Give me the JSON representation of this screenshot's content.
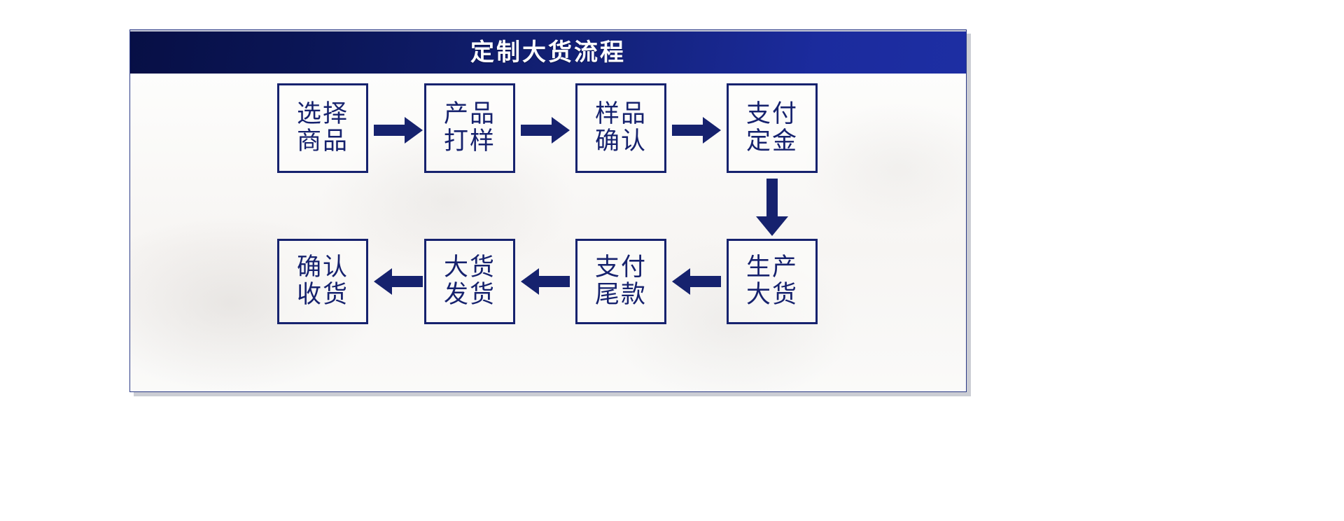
{
  "page": {
    "background_color": "#ffffff",
    "card_background": "#fbfaf8",
    "accent_navy": "#16226e",
    "title_gradient_from": "#070f45",
    "title_gradient_to": "#1d2ea3"
  },
  "header": {
    "title": "定制大货流程"
  },
  "diagram": {
    "type": "flowchart",
    "direction": "serpentine",
    "row1": [
      {
        "id": "step-1",
        "label_line1": "选择",
        "label_line2": "商品",
        "label": "选择商品"
      },
      {
        "id": "step-2",
        "label_line1": "产品",
        "label_line2": "打样",
        "label": "产品打样"
      },
      {
        "id": "step-3",
        "label_line1": "样品",
        "label_line2": "确认",
        "label": "样品确认"
      },
      {
        "id": "step-4",
        "label_line1": "支付",
        "label_line2": "定金",
        "label": "支付定金"
      }
    ],
    "row2": [
      {
        "id": "step-8",
        "label_line1": "确认",
        "label_line2": "收货",
        "label": "确认收货"
      },
      {
        "id": "step-7",
        "label_line1": "大货",
        "label_line2": "发货",
        "label": "大货发货"
      },
      {
        "id": "step-6",
        "label_line1": "支付",
        "label_line2": "尾款",
        "label": "支付尾款"
      },
      {
        "id": "step-5",
        "label_line1": "生产",
        "label_line2": "大货",
        "label": "生产大货"
      }
    ],
    "connectors": [
      {
        "id": "arrow-1",
        "from": "选择商品",
        "to": "产品打样",
        "direction": "right"
      },
      {
        "id": "arrow-2",
        "from": "产品打样",
        "to": "样品确认",
        "direction": "right"
      },
      {
        "id": "arrow-3",
        "from": "样品确认",
        "to": "支付定金",
        "direction": "right"
      },
      {
        "id": "arrow-4",
        "from": "支付定金",
        "to": "生产大货",
        "direction": "down"
      },
      {
        "id": "arrow-5",
        "from": "生产大货",
        "to": "支付尾款",
        "direction": "left"
      },
      {
        "id": "arrow-6",
        "from": "支付尾款",
        "to": "大货发货",
        "direction": "left"
      },
      {
        "id": "arrow-7",
        "from": "大货发货",
        "to": "确认收货",
        "direction": "left"
      }
    ]
  }
}
